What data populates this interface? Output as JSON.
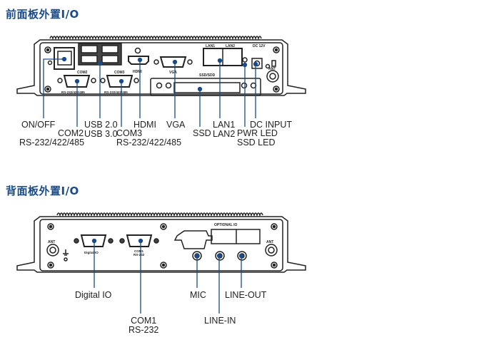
{
  "front": {
    "heading": "前面板外置I/O",
    "panel_text": {
      "com2": "COM2",
      "com3": "COM3",
      "hdmi": "HDMI",
      "vga": "VGA",
      "lan1": "LAN1",
      "lan2": "LAN2",
      "dc": "DC 12V",
      "ssd": "SSD/SDD",
      "rs_com2": "RS-232/422/485",
      "rs_com3": "RS-232/422/485",
      "ant": "ANT"
    },
    "callouts": [
      {
        "id": "on-off",
        "lines": [
          "ON/OFF"
        ]
      },
      {
        "id": "com2",
        "lines": [
          "COM2",
          "RS-232/422/485"
        ]
      },
      {
        "id": "usb",
        "lines": [
          "USB 2.0",
          "USB 3.0"
        ]
      },
      {
        "id": "com3",
        "lines": [
          "COM3",
          "RS-232/422/485"
        ]
      },
      {
        "id": "hdmi",
        "lines": [
          "HDMI"
        ]
      },
      {
        "id": "vga",
        "lines": [
          "VGA"
        ]
      },
      {
        "id": "ssd",
        "lines": [
          "SSD"
        ]
      },
      {
        "id": "lan",
        "lines": [
          "LAN1",
          "LAN2"
        ]
      },
      {
        "id": "leds",
        "lines": [
          "PWR LED",
          "SSD LED"
        ]
      },
      {
        "id": "dc-input",
        "lines": [
          "DC INPUT"
        ]
      }
    ]
  },
  "rear": {
    "heading": "背面板外置I/O",
    "panel_text": {
      "ant_left": "ANT",
      "ant_right": "ANT",
      "digital_io": "Digital IO",
      "com1": "COM1",
      "rs232": "RS-232",
      "optional_io": "OPTIONAL IO"
    },
    "callouts": [
      {
        "id": "digital-io",
        "lines": [
          "Digital IO"
        ]
      },
      {
        "id": "com1",
        "lines": [
          "COM1",
          "RS-232"
        ]
      },
      {
        "id": "mic",
        "lines": [
          "MIC"
        ]
      },
      {
        "id": "line-in",
        "lines": [
          "LINE-IN"
        ]
      },
      {
        "id": "line-out",
        "lines": [
          "LINE-OUT"
        ]
      }
    ]
  },
  "colors": {
    "heading": "#1a4a8a",
    "leader": "#1a4a8a",
    "outline": "#222222"
  }
}
